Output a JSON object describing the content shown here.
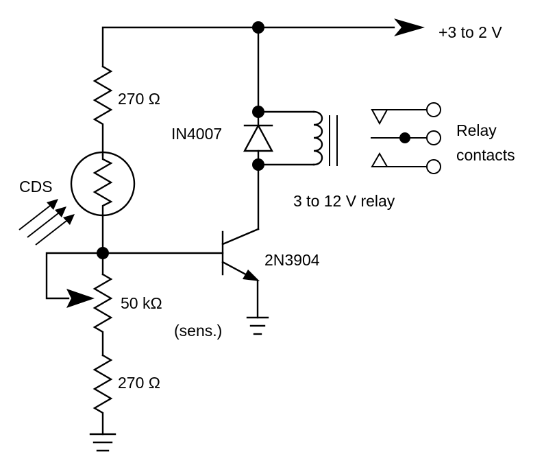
{
  "labels": {
    "supply": "+3 to 2 V",
    "r_top": "270 Ω",
    "diode": "IN4007",
    "relay_contacts_1": "Relay",
    "relay_contacts_2": "contacts",
    "relay": "3 to 12 V relay",
    "cds": "CDS",
    "transistor": "2N3904",
    "pot": "50 kΩ",
    "pot_note": "(sens.)",
    "r_bottom": "270 Ω"
  },
  "colors": {
    "ink": "#000000",
    "paper": "#ffffff"
  }
}
